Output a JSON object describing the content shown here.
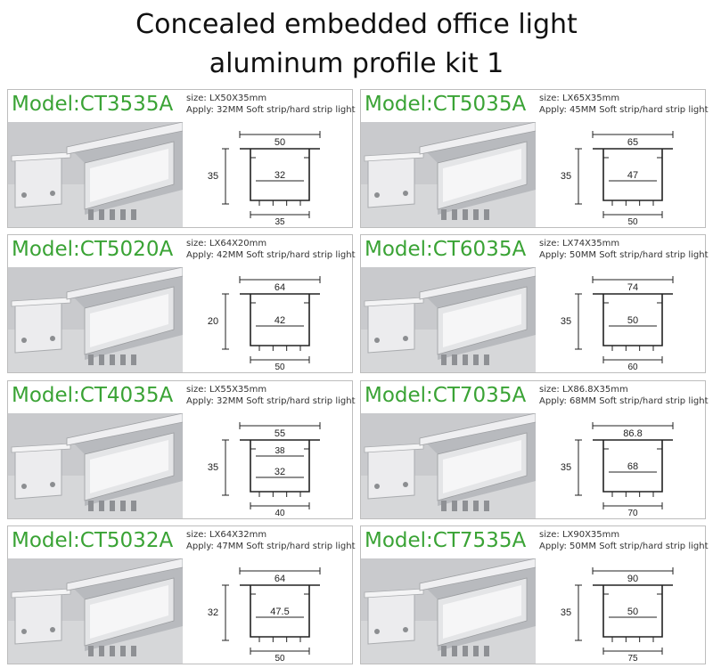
{
  "page": {
    "title_line1": "Concealed embedded office light",
    "title_line2": "aluminum profile kit 1"
  },
  "products": [
    {
      "model": "Model:CT3535A",
      "size": "size: LX50X35mm",
      "apply": "Apply: 32MM Soft strip/hard strip light",
      "dims": {
        "top": "50",
        "inner": "32",
        "bottom": "35",
        "height": "35"
      }
    },
    {
      "model": "Model:CT5035A",
      "size": "size: LX65X35mm",
      "apply": "Apply: 45MM Soft strip/hard strip light",
      "dims": {
        "top": "65",
        "inner": "47",
        "bottom": "50",
        "height": "35"
      }
    },
    {
      "model": "Model:CT5020A",
      "size": "size: LX64X20mm",
      "apply": "Apply: 42MM Soft strip/hard strip light",
      "dims": {
        "top": "64",
        "inner": "42",
        "bottom": "50",
        "height": "20"
      }
    },
    {
      "model": "Model:CT6035A",
      "size": "size: LX74X35mm",
      "apply": "Apply: 50MM Soft strip/hard strip light",
      "dims": {
        "top": "74",
        "inner": "50",
        "bottom": "60",
        "height": "35"
      }
    },
    {
      "model": "Model:CT4035A",
      "size": "size: LX55X35mm",
      "apply": "Apply: 32MM Soft strip/hard strip light",
      "dims": {
        "top": "55",
        "mid": "38",
        "inner": "32",
        "bottom": "40",
        "height": "35"
      }
    },
    {
      "model": "Model:CT7035A",
      "size": "size: LX86.8X35mm",
      "apply": "Apply: 68MM Soft strip/hard strip light",
      "dims": {
        "top": "86.8",
        "inner": "68",
        "bottom": "70",
        "height": "35"
      }
    },
    {
      "model": "Model:CT5032A",
      "size": "size: LX64X32mm",
      "apply": "Apply: 47MM Soft strip/hard strip light",
      "dims": {
        "top": "64",
        "inner": "47.5",
        "bottom": "50",
        "height": "32"
      }
    },
    {
      "model": "Model:CT7535A",
      "size": "size: LX90X35mm",
      "apply": "Apply: 50MM Soft strip/hard strip light",
      "dims": {
        "top": "90",
        "inner": "50",
        "bottom": "75",
        "height": "35"
      }
    }
  ],
  "colors": {
    "model_text": "#3aa335",
    "border": "#bdbdbd"
  }
}
